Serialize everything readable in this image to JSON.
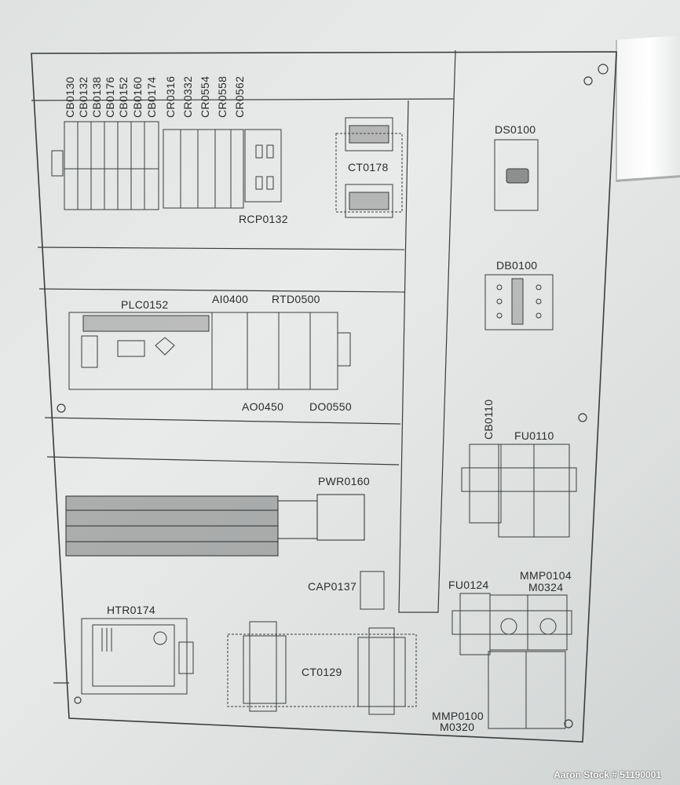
{
  "layout_labels": {
    "breakers": [
      "CB0130",
      "CB0132",
      "CB0138",
      "CB0176",
      "CB0152",
      "CB0160",
      "CB0174"
    ],
    "relays": [
      "CR0316",
      "CR0332",
      "CR0554",
      "CR0558",
      "CR0562"
    ],
    "receptacle": "RCP0132",
    "transformer_top": "CT0178",
    "disconnect": "DS0100",
    "distribution_block": "DB0100",
    "plc": "PLC0152",
    "analog_in": "AI0400",
    "rtd": "RTD0500",
    "analog_out": "AO0450",
    "digital_out": "DO0550",
    "breaker_right": "CB0110",
    "fuse_right": "FU0110",
    "power_supply": "PWR0160",
    "capacitor": "CAP0137",
    "heater": "HTR0174",
    "transformer_bottom": "CT0129",
    "fuse_bottom": "FU0124",
    "mmp_top_1": "MMP0104",
    "mmp_top_2": "M0324",
    "mmp_bottom_1": "MMP0100",
    "mmp_bottom_2": "M0320"
  },
  "watermark": "Aaron Stock # 51190001"
}
